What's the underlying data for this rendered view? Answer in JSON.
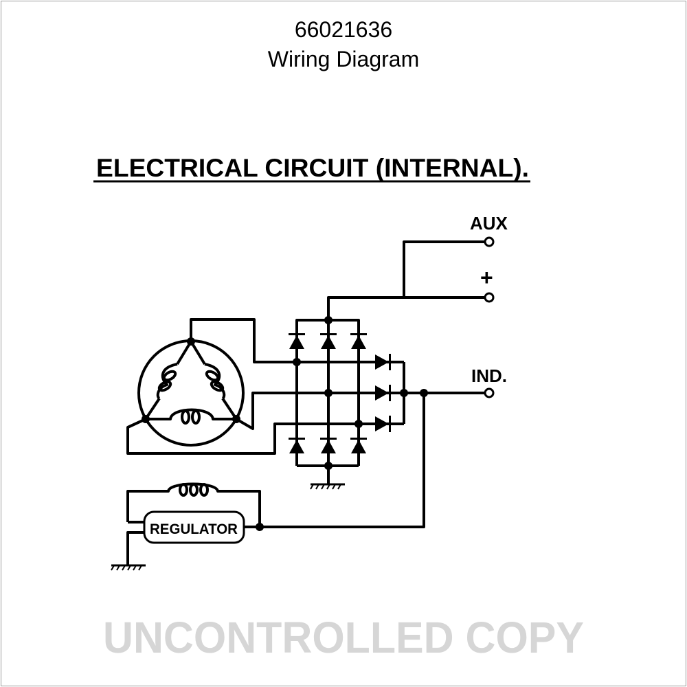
{
  "header": {
    "part_number": "66021636",
    "subtitle": "Wiring Diagram"
  },
  "diagram": {
    "heading": "ELECTRICAL CIRCUIT (INTERNAL).",
    "terminals": {
      "aux": "AUX",
      "plus": "+",
      "ind": "IND."
    },
    "regulator_label": "REGULATOR",
    "watermark": "UNCONTROLLED COPY"
  }
}
